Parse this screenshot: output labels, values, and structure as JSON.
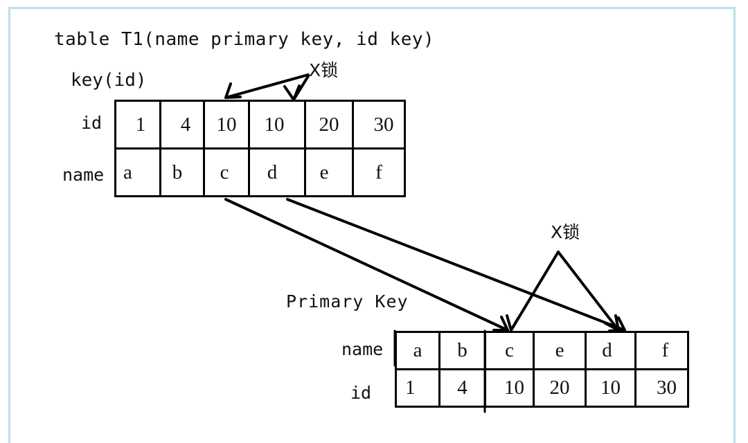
{
  "title": "table T1(name primary key, id key)",
  "secondary_index": {
    "label": "key(id)",
    "rows": [
      {
        "label": "id",
        "cells": [
          "1",
          "4",
          "10",
          "10",
          "20",
          "30"
        ]
      },
      {
        "label": "name",
        "cells": [
          "a",
          "b",
          "c",
          "d",
          "e",
          "f"
        ]
      }
    ],
    "lock_label": "X锁"
  },
  "primary_index": {
    "label": "Primary Key",
    "rows": [
      {
        "label": "name",
        "cells": [
          "a",
          "b",
          "c",
          "e",
          "d",
          "f"
        ]
      },
      {
        "label": "id",
        "cells": [
          "1",
          "4",
          "10",
          "20",
          "10",
          "30"
        ]
      }
    ],
    "lock_label": "X锁"
  },
  "colors": {
    "frame_border": "#b8e1ea",
    "ink": "#111111"
  }
}
